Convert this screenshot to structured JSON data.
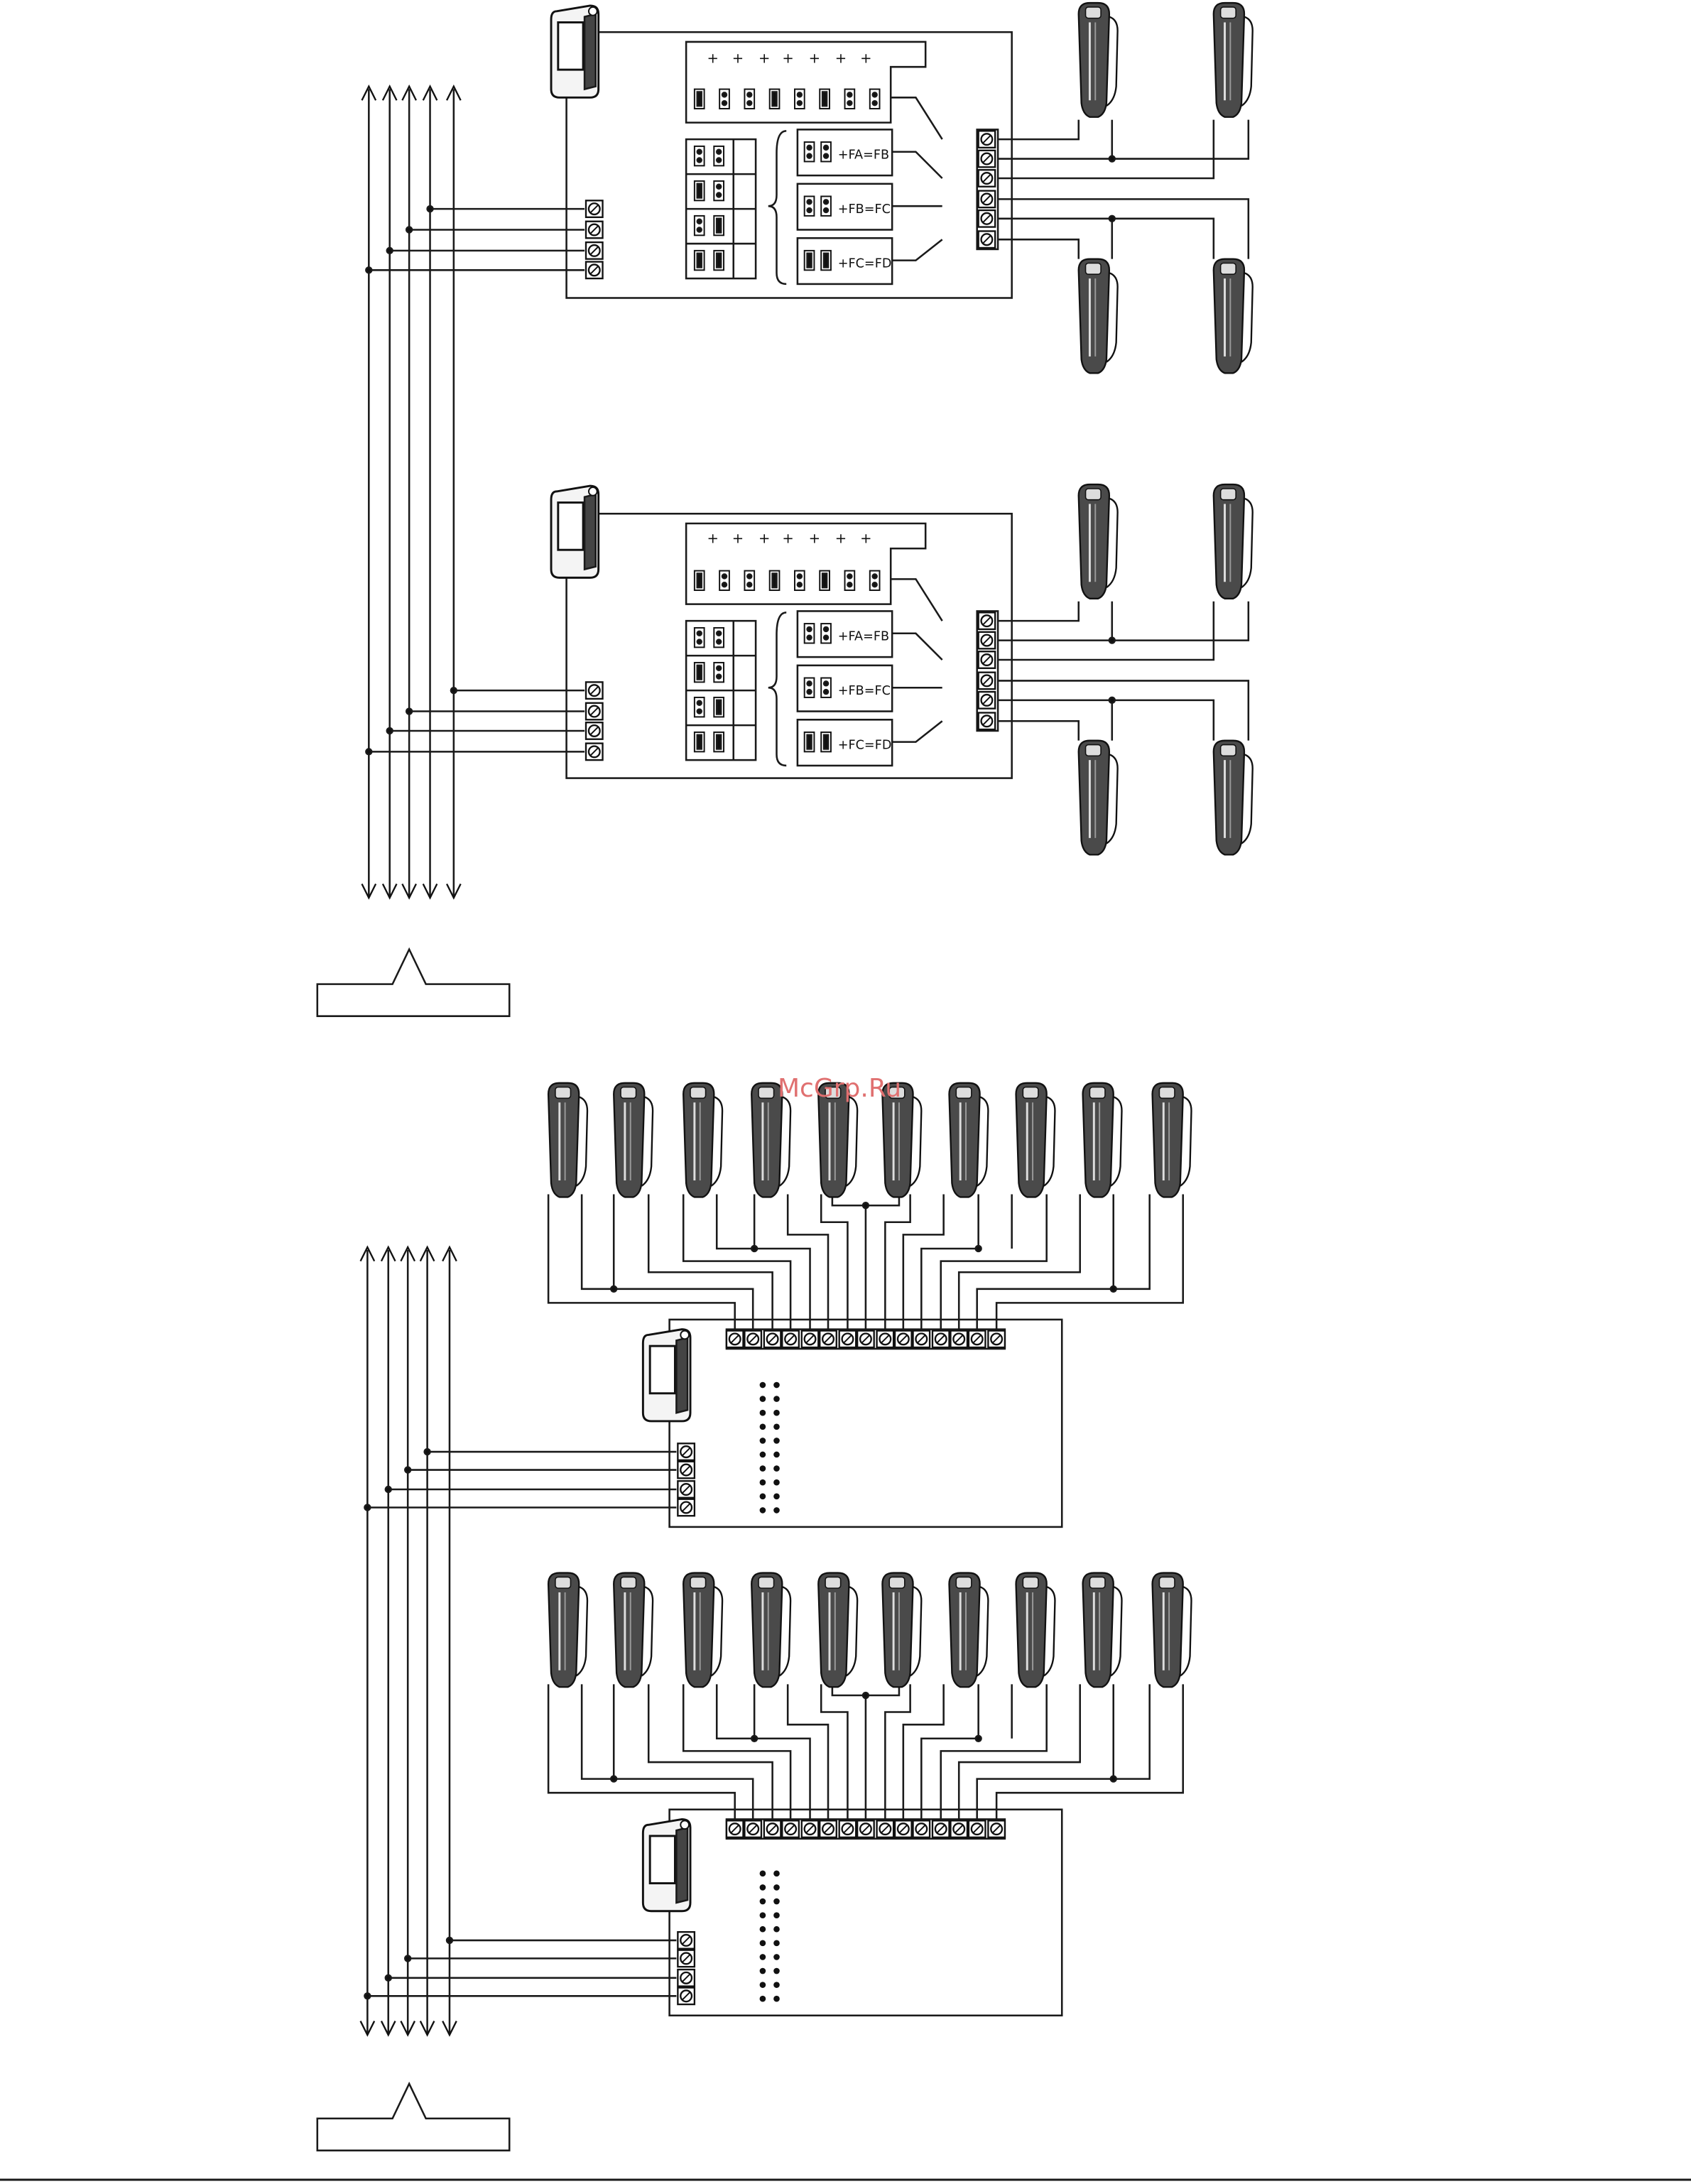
{
  "watermark": "McGrp.Ru",
  "jumper_labels": [
    "+FA=FB",
    "+FB=FC",
    "+FC=FD"
  ],
  "colors": {
    "line": "#1a1a1a",
    "handset": "#4a4a4a",
    "watermark": "#e07070"
  }
}
